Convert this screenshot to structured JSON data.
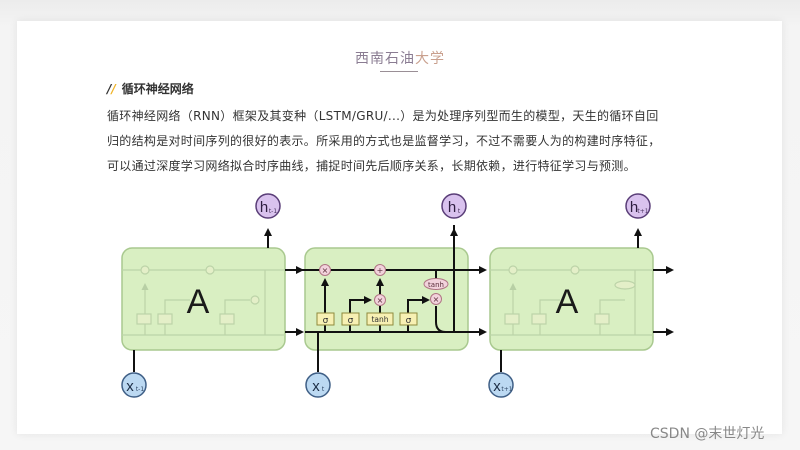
{
  "header": {
    "university_name_part1": "西南石油",
    "university_name_part2": "大学"
  },
  "section": {
    "marker": "//",
    "title": "循环神经网络"
  },
  "paragraph": {
    "lines": [
      "循环神经网络（RNN）框架及其变种（LSTM/GRU/...）是为处理序列型而生的模型，天生的循环自回",
      "归的结构是对时间序列的很好的表示。所采用的方式也是监督学习，不过不需要人为的构建时序特征，",
      "可以通过深度学习网络拟合时序曲线，捕捉时间先后顺序关系，长期依赖，进行特征学习与预测。"
    ]
  },
  "diagram": {
    "cells": [
      {
        "label": "A",
        "input": "x",
        "input_sub": "t-1",
        "output": "h",
        "output_sub": "t-1"
      },
      {
        "label": "",
        "input": "x",
        "input_sub": "t",
        "output": "h",
        "output_sub": "t"
      },
      {
        "label": "A",
        "input": "x",
        "input_sub": "t+1",
        "output": "h",
        "output_sub": "t+1"
      }
    ],
    "gates": [
      "σ",
      "σ",
      "tanh",
      "σ"
    ],
    "ops": {
      "multiply": "×",
      "add": "+",
      "tanh": "tanh"
    },
    "colors": {
      "cell_fill": "#d9efc2",
      "cell_stroke": "#a9c98f",
      "gate_fill": "#f7f0b3",
      "gate_stroke": "#8f8a3c",
      "op_fill": "#f2d3dc",
      "op_stroke": "#b07585",
      "output_fill": "#d9c2ee",
      "output_stroke": "#5a3e78",
      "input_fill": "#bcd9f2",
      "input_stroke": "#3f5f86"
    }
  },
  "watermark": "CSDN @末世灯光"
}
